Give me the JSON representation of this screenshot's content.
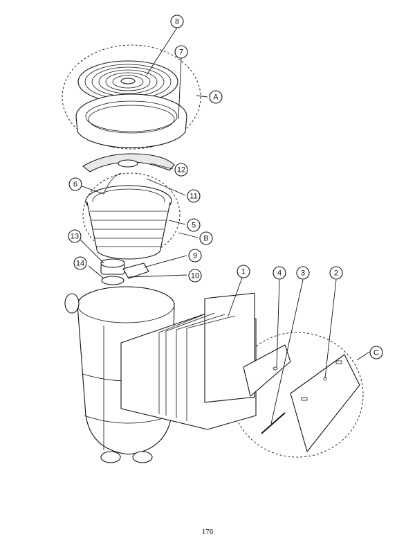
{
  "callouts": [
    {
      "id": "8",
      "label": "8"
    },
    {
      "id": "7",
      "label": "7"
    },
    {
      "id": "A",
      "label": "A"
    },
    {
      "id": "12",
      "label": "12"
    },
    {
      "id": "6",
      "label": "6"
    },
    {
      "id": "11",
      "label": "11"
    },
    {
      "id": "5",
      "label": "5"
    },
    {
      "id": "B",
      "label": "B"
    },
    {
      "id": "13",
      "label": "13"
    },
    {
      "id": "9",
      "label": "9"
    },
    {
      "id": "14",
      "label": "14"
    },
    {
      "id": "10",
      "label": "10"
    },
    {
      "id": "1",
      "label": "1"
    },
    {
      "id": "4",
      "label": "4"
    },
    {
      "id": "3",
      "label": "3"
    },
    {
      "id": "2",
      "label": "2"
    },
    {
      "id": "C",
      "label": "C"
    }
  ],
  "page_number": "176",
  "colors": {
    "ink": "#111111",
    "paper": "#ffffff",
    "shade": "#e9e9e9"
  }
}
